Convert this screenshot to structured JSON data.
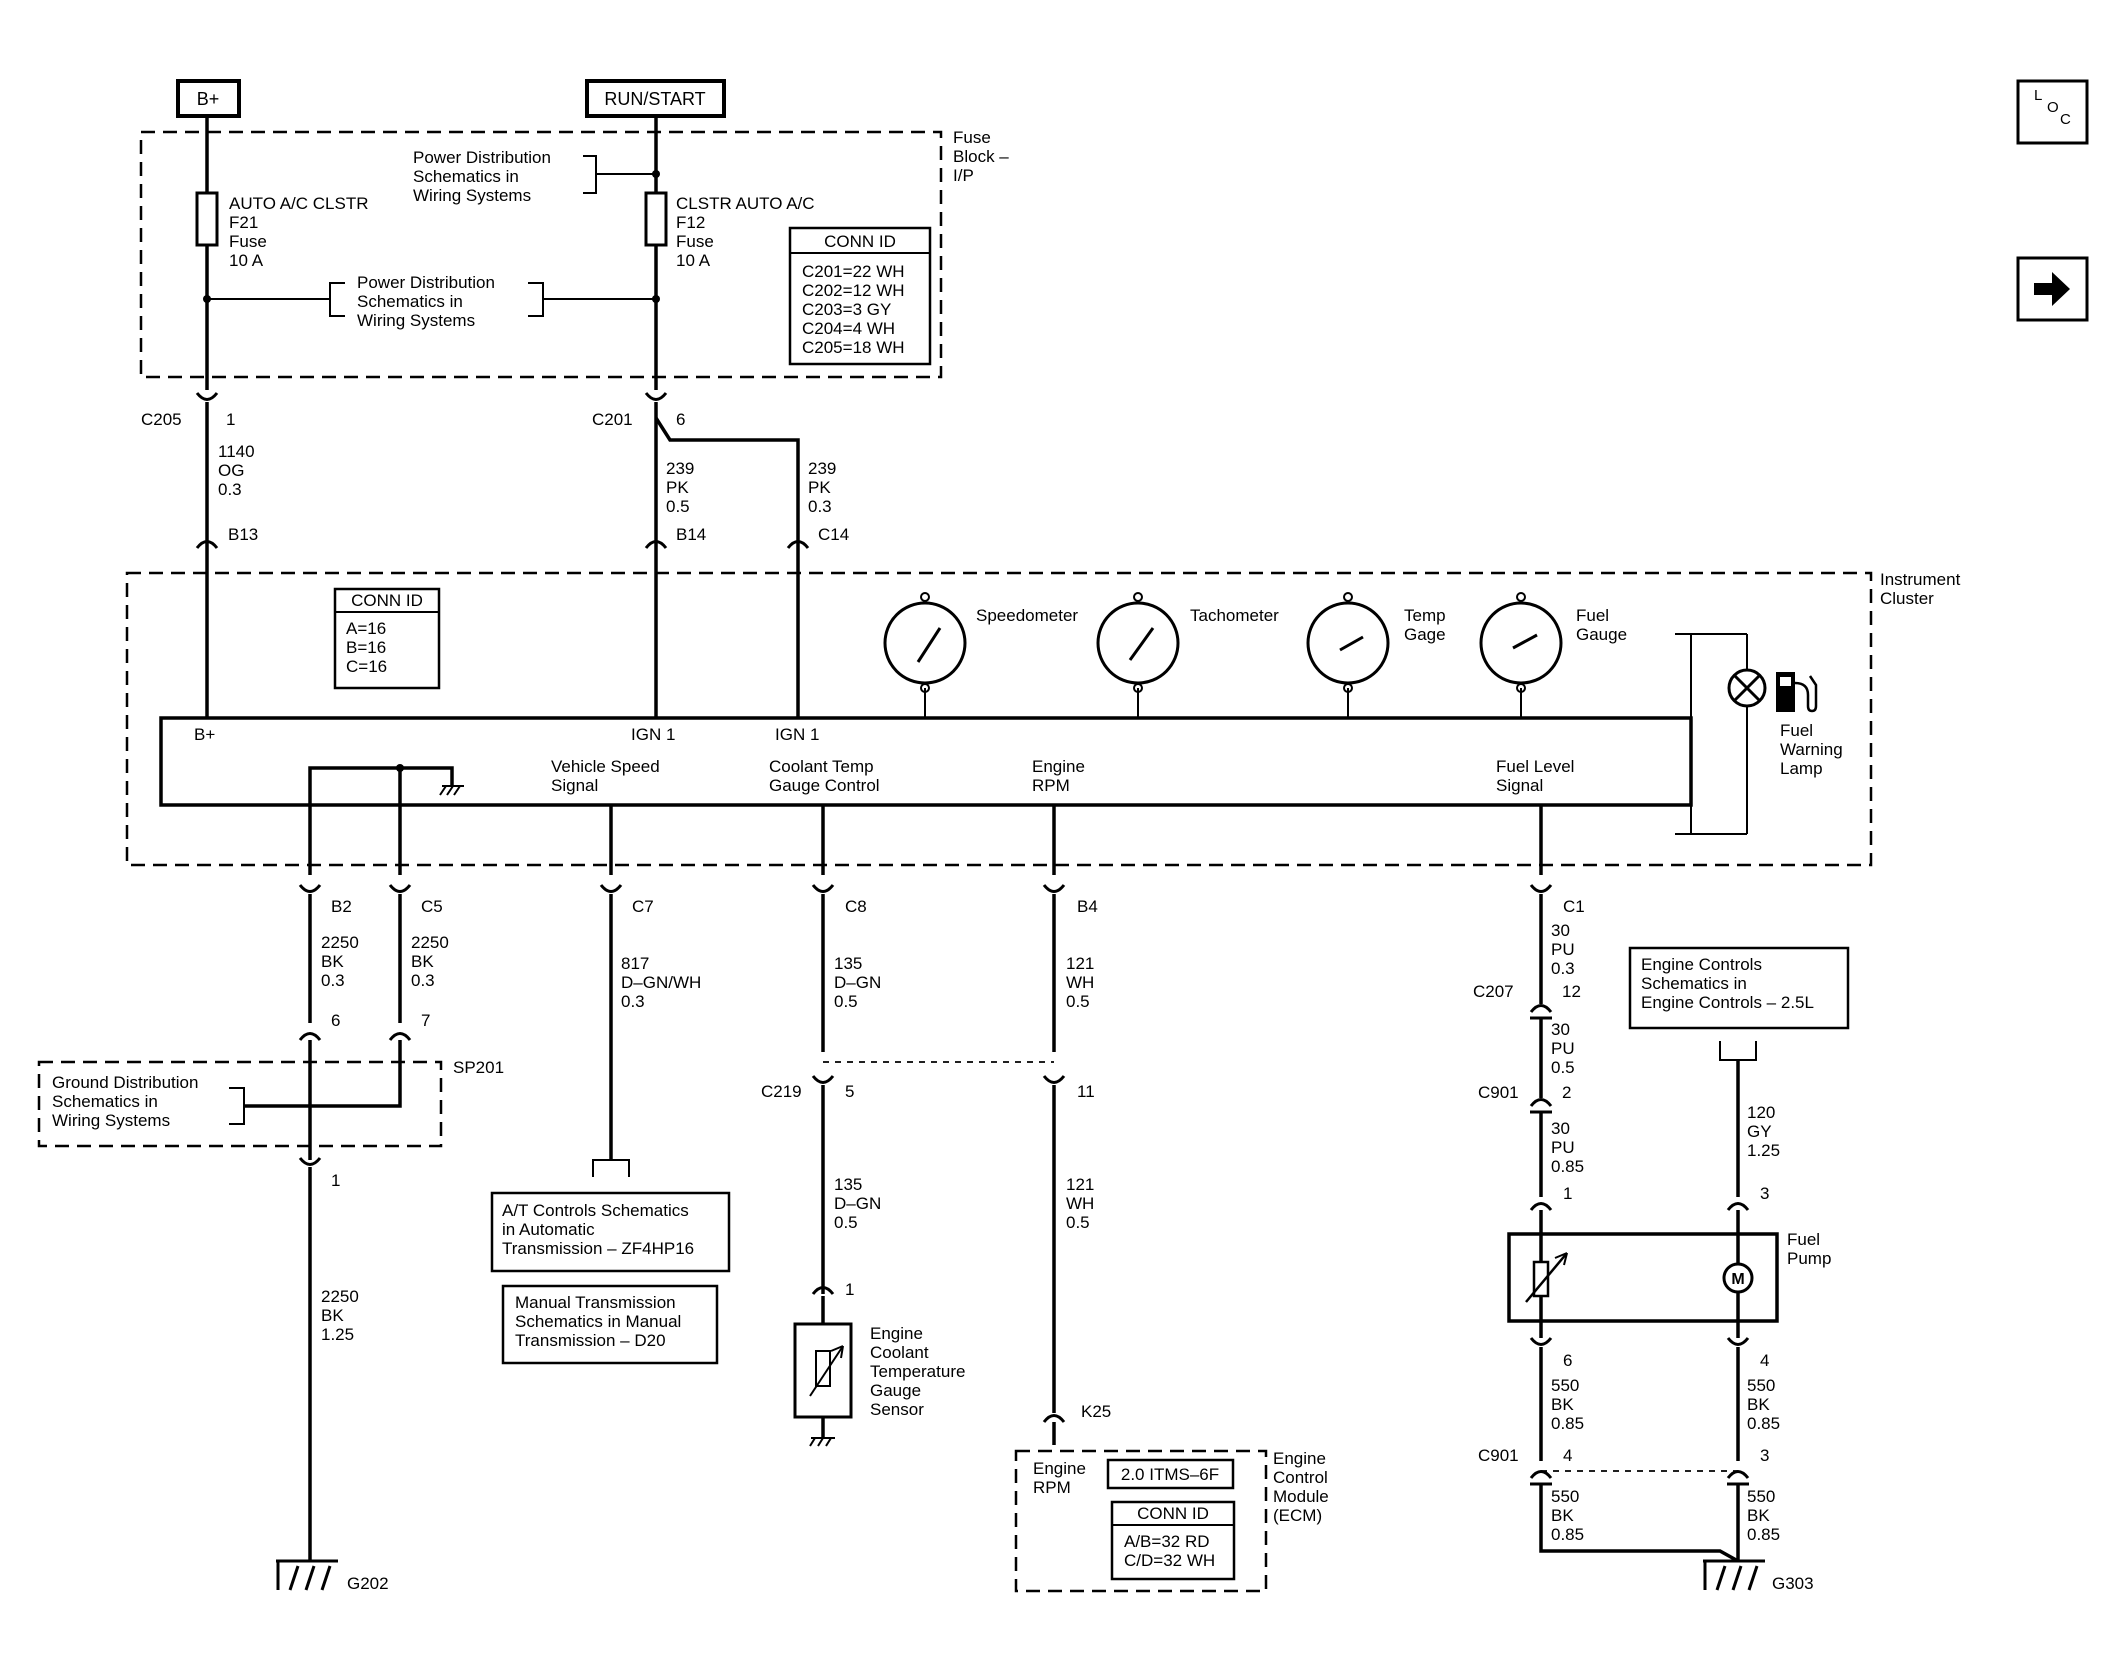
{
  "power": {
    "bplus": "B+",
    "run_start": "RUN/START"
  },
  "fuse_block": {
    "label": [
      "Fuse",
      "Block –",
      "I/P"
    ],
    "fuse_left": [
      "AUTO A/C CLSTR",
      "F21",
      "Fuse",
      "10 A"
    ],
    "fuse_right": [
      "CLSTR AUTO A/C",
      "F12",
      "Fuse",
      "10 A"
    ],
    "power_ref_top": [
      "Power Distribution",
      "Schematics in",
      "Wiring Systems"
    ],
    "power_ref_mid": [
      "Power Distribution",
      "Schematics in",
      "Wiring Systems"
    ],
    "conn_id": {
      "title": "CONN ID",
      "items": [
        "C201=22 WH",
        "C202=12 WH",
        "C203=3 GY",
        "C204=4 WH",
        "C205=18 WH"
      ]
    }
  },
  "upper_wires": {
    "c205": "C205",
    "c205_pin": "1",
    "wire_1140": [
      "1140",
      "OG",
      "0.3"
    ],
    "c201": "C201",
    "c201_pin": "6",
    "wire_239a": [
      "239",
      "PK",
      "0.5"
    ],
    "wire_239b": [
      "239",
      "PK",
      "0.3"
    ],
    "b13": "B13",
    "b14": "B14",
    "c14": "C14"
  },
  "cluster": {
    "label": [
      "Instrument",
      "Cluster"
    ],
    "conn_id": {
      "title": "CONN ID",
      "items": [
        "A=16",
        "B=16",
        "C=16"
      ]
    },
    "gauges": [
      "Speedometer",
      "Tachometer",
      "Temp|Gage",
      "Fuel|Gauge"
    ],
    "lamp_label": [
      "Fuel",
      "Warning",
      "Lamp"
    ],
    "pins": {
      "bplus": "B+",
      "ign1_a": "IGN 1",
      "ign1_b": "IGN 1"
    },
    "signals": {
      "vss": [
        "Vehicle Speed",
        "Signal"
      ],
      "coolant": [
        "Coolant Temp",
        "Gauge Control"
      ],
      "rpm": [
        "Engine",
        "RPM"
      ],
      "fuel": [
        "Fuel Level",
        "Signal"
      ]
    }
  },
  "lower": {
    "b2": "B2",
    "c5": "C5",
    "c7": "C7",
    "c8": "C8",
    "b4": "B4",
    "c1": "C1",
    "wire_2250a": [
      "2250",
      "BK",
      "0.3"
    ],
    "wire_2250b": [
      "2250",
      "BK",
      "0.3"
    ],
    "wire_817": [
      "817",
      "D–GN/WH",
      "0.3"
    ],
    "wire_135a": [
      "135",
      "D–GN",
      "0.5"
    ],
    "wire_121a": [
      "121",
      "WH",
      "0.5"
    ],
    "wire_30a": [
      "30",
      "PU",
      "0.3"
    ],
    "sp_pin6": "6",
    "sp_pin7": "7",
    "sp201": "SP201",
    "sp_pin1": "1",
    "ground_ref": [
      "Ground Distribution",
      "Schematics in",
      "Wiring Systems"
    ],
    "wire_2250c": [
      "2250",
      "BK",
      "1.25"
    ],
    "g202": "G202",
    "at_ref": [
      "A/T Controls Schematics",
      "in Automatic",
      "Transmission – ZF4HP16"
    ],
    "mt_ref": [
      "Manual Transmission",
      "Schematics in Manual",
      "Transmission – D20"
    ],
    "c219": "C219",
    "c219_pin5": "5",
    "c219_pin11": "11",
    "wire_135b": [
      "135",
      "D–GN",
      "0.5"
    ],
    "wire_121b": [
      "121",
      "WH",
      "0.5"
    ],
    "ect_pin": "1",
    "ect_label": [
      "Engine",
      "Coolant",
      "Temperature",
      "Gauge",
      "Sensor"
    ],
    "k25": "K25",
    "ecm_rpm": [
      "Engine",
      "RPM"
    ],
    "ecm_model": "2.0 ITMS–6F",
    "ecm_conn": {
      "title": "CONN ID",
      "items": [
        "A/B=32 RD",
        "C/D=32 WH"
      ]
    },
    "ecm_label": [
      "Engine",
      "Control",
      "Module",
      "(ECM)"
    ],
    "c207": "C207",
    "c207_pin": "12",
    "wire_30b": [
      "30",
      "PU",
      "0.5"
    ],
    "c901": "C901",
    "c901_pin2": "2",
    "wire_30c": [
      "30",
      "PU",
      "0.85"
    ],
    "engine_ref": [
      "Engine Controls",
      "Schematics in",
      "Engine Controls – 2.5L"
    ],
    "wire_120": [
      "120",
      "GY",
      "1.25"
    ],
    "pump_pin1": "1",
    "pump_pin3": "3",
    "pump_label": [
      "Fuel",
      "Pump"
    ],
    "pump_pin6": "6",
    "pump_pin4": "4",
    "wire_550a": [
      "550",
      "BK",
      "0.85"
    ],
    "wire_550b": [
      "550",
      "BK",
      "0.85"
    ],
    "c901b": "C901",
    "c901_pin4": "4",
    "c901_pin3": "3",
    "wire_550c": [
      "550",
      "BK",
      "0.85"
    ],
    "wire_550d": [
      "550",
      "BK",
      "0.85"
    ],
    "g303": "G303"
  },
  "nav": {
    "loc_icon": [
      "L",
      "O",
      "C"
    ]
  }
}
